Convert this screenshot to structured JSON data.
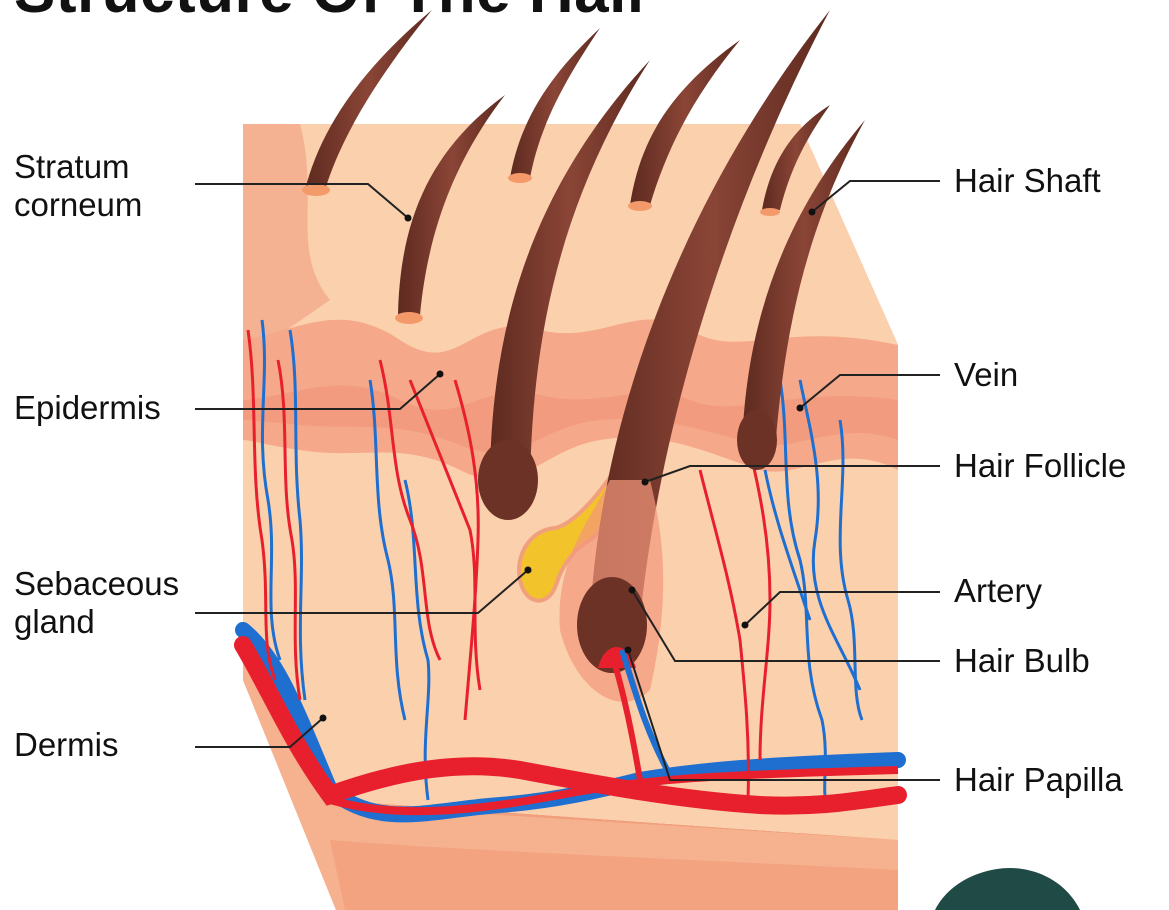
{
  "diagram": {
    "title": "Structure Of The Hair",
    "labels": {
      "stratum_corneum": [
        "Stratum",
        "corneum"
      ],
      "epidermis": "Epidermis",
      "sebaceous_gland": [
        "Sebaceous",
        "gland"
      ],
      "dermis": "Dermis",
      "hair_shaft": "Hair Shaft",
      "vein": "Vein",
      "hair_follicle": "Hair Follicle",
      "artery": "Artery",
      "hair_bulb": "Hair Bulb",
      "hair_papilla": "Hair Papilla"
    },
    "colors": {
      "skin_light": "#f9c7a0",
      "skin_mid": "#f4a582",
      "skin_dark": "#ef8f72",
      "hair": "#7a3b2e",
      "artery": "#e8202e",
      "vein": "#1e6fd0",
      "gland": "#f2c32a",
      "leader_line": "#222222",
      "badge": "#1f4a45"
    }
  }
}
